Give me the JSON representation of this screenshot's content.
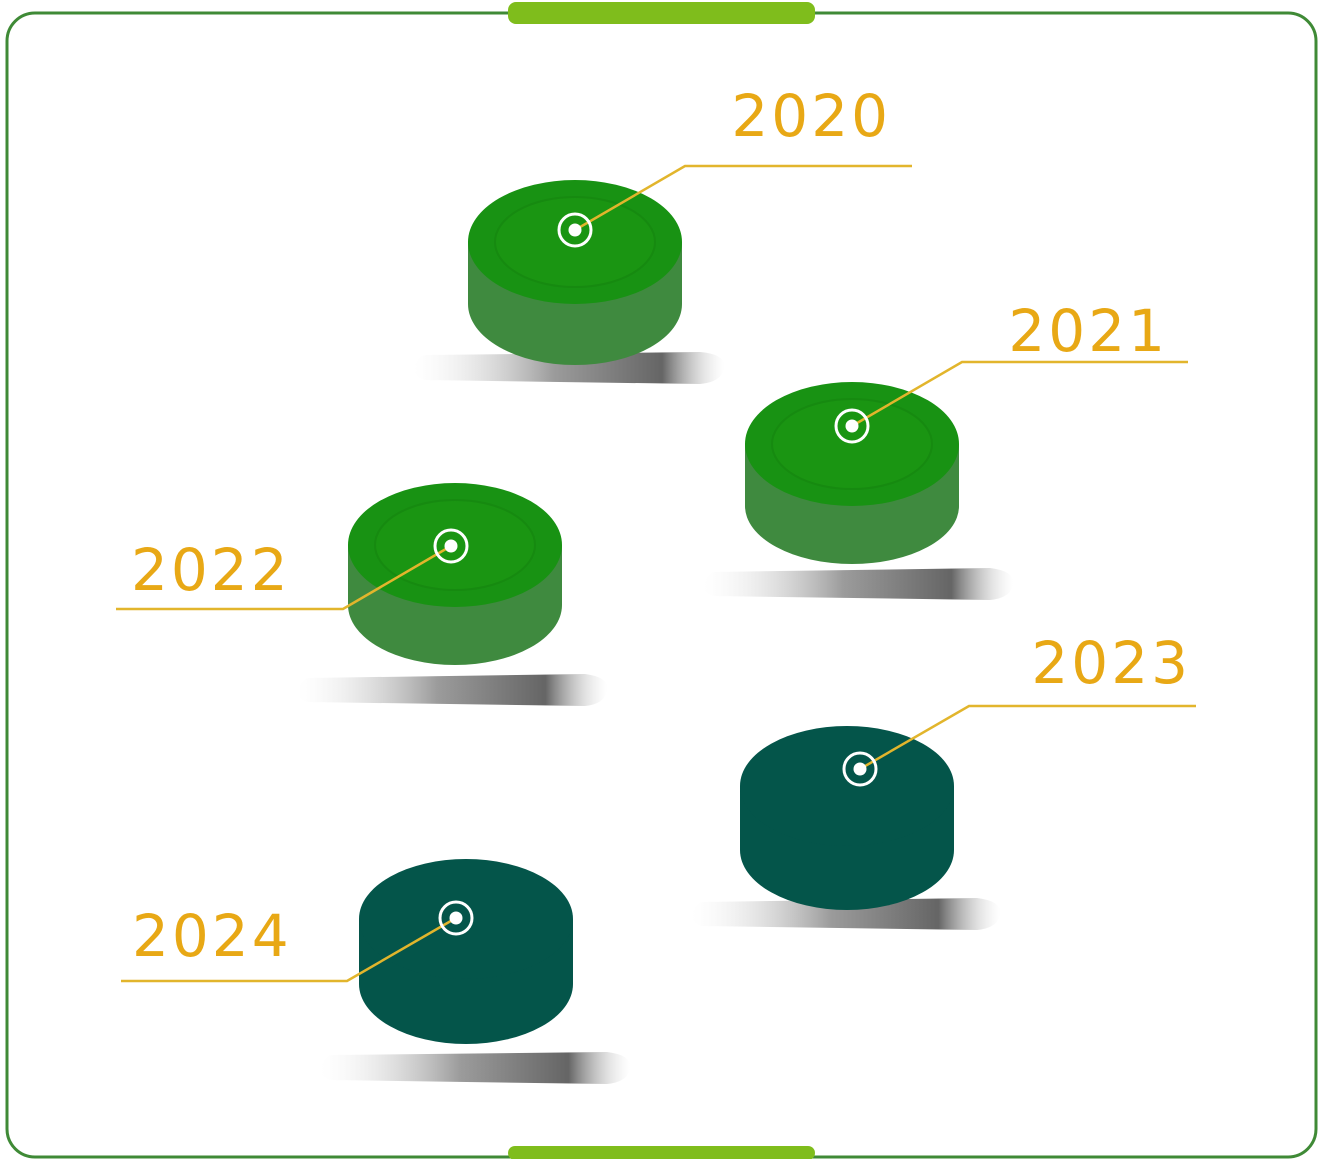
{
  "colors": {
    "frame": "#3f8a36",
    "frame_accent": "#7fbd1c",
    "label": "#e8a815",
    "leader_line": "#e2b52c",
    "light_top": "#189213",
    "light_top_inner": "#1a9512",
    "light_side": "#3f8a3f",
    "dark_top": "#04554a",
    "dark_side": "#04554a",
    "marker": "#ffffff"
  },
  "milestones": [
    {
      "year": "2020",
      "style": "light"
    },
    {
      "year": "2021",
      "style": "light"
    },
    {
      "year": "2022",
      "style": "light"
    },
    {
      "year": "2023",
      "style": "dark"
    },
    {
      "year": "2024",
      "style": "dark"
    }
  ]
}
